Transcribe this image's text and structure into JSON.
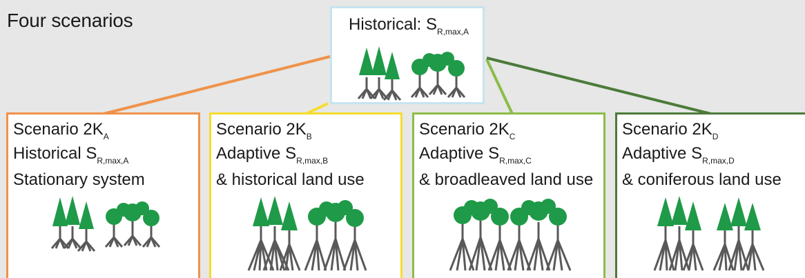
{
  "title": "Four scenarios",
  "top": {
    "label": "Historical: S",
    "subscript": "R,max,A",
    "border_color": "#c7e3ef"
  },
  "scenarios": [
    {
      "name": "Scenario 2K",
      "name_sub": "A",
      "line2": "Historical S",
      "line2_sub": "R,max,A",
      "line3": "Stationary system",
      "color": "#f0924a"
    },
    {
      "name": "Scenario 2K",
      "name_sub": "B",
      "line2": "Adaptive S",
      "line2_sub": "R,max,B",
      "line3": "& historical land use",
      "color": "#f7dc2e"
    },
    {
      "name": "Scenario 2K",
      "name_sub": "C",
      "line2": "Adaptive S",
      "line2_sub": "R,max,C",
      "line3": "& broadleaved land use",
      "color": "#8cbc48"
    },
    {
      "name": "Scenario 2K",
      "name_sub": "D",
      "line2": "Adaptive S",
      "line2_sub": "R,max,D",
      "line3": "& coniferous land use",
      "color": "#4d7a3a"
    }
  ],
  "icons": {
    "tree_fill": "#1f9a48",
    "root_color": "#595959"
  }
}
